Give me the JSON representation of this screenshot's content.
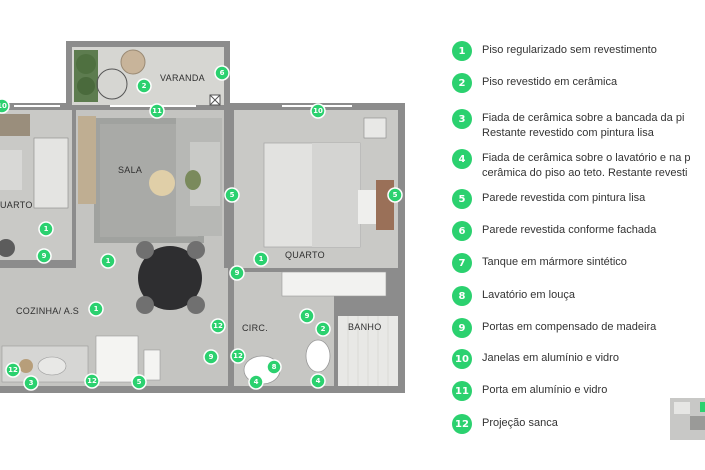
{
  "rooms": {
    "varanda": "VARANDA",
    "sala": "SALA",
    "quarto_left": "UARTO",
    "quarto": "QUARTO",
    "cozinha": "COZINHA/ A.S",
    "circ": "CIRC.",
    "banho": "BANHO"
  },
  "legend": [
    {
      "num": "1",
      "text": "Piso regularizado sem revestimento"
    },
    {
      "num": "2",
      "text": "Piso revestido em cerâmica"
    },
    {
      "num": "3",
      "text": "Fiada de cerâmica sobre a bancada da pi",
      "text2": "Restante revestido com pintura lisa"
    },
    {
      "num": "4",
      "text": "Fiada de cerâmica sobre o lavatório e na p",
      "text2": "cerâmica do piso ao teto. Restante revesti"
    },
    {
      "num": "5",
      "text": "Parede revestida com pintura lisa"
    },
    {
      "num": "6",
      "text": "Parede revestida conforme fachada"
    },
    {
      "num": "7",
      "text": "Tanque em mármore sintético"
    },
    {
      "num": "8",
      "text": "Lavatório em louça"
    },
    {
      "num": "9",
      "text": "Portas em compensado de madeira"
    },
    {
      "num": "10",
      "text": "Janelas em alumínio e vidro"
    },
    {
      "num": "11",
      "text": "Porta em alumínio e vidro"
    },
    {
      "num": "12",
      "text": "Projeção sanca"
    }
  ],
  "markers": {
    "m_varanda_2": "2",
    "m_varanda_6": "6",
    "m_door_11": "11",
    "m_window_10_left": "10",
    "m_window_10": "10",
    "m_quarto_left_1": "1",
    "m_quarto_left_9": "9",
    "m_sala_1": "1",
    "m_sala_5": "5",
    "m_sala_9": "9",
    "m_quarto_1": "1",
    "m_quarto_5": "5",
    "m_cozinha_1": "1",
    "m_cozinha_12": "12",
    "m_cozinha_3": "3",
    "m_cozinha_12b": "12",
    "m_cozinha_5": "5",
    "m_circ_12": "12",
    "m_circ_9": "9",
    "m_circ_12b": "12",
    "m_banho_9": "9",
    "m_banho_2": "2",
    "m_lav_8": "8",
    "m_lav_4": "4",
    "m_box_4": "4"
  }
}
